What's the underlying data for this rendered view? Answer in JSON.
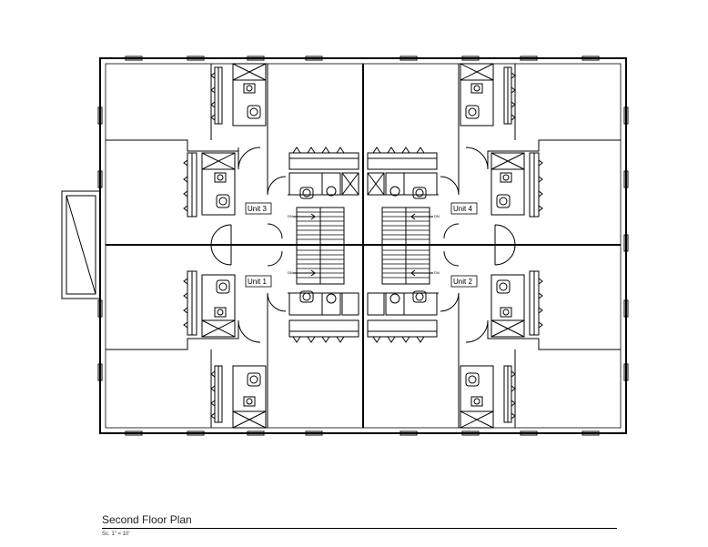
{
  "drawing": {
    "units": [
      {
        "label": "Unit 3"
      },
      {
        "label": "Unit 4"
      },
      {
        "label": "Unit 1"
      },
      {
        "label": "Unit 2"
      }
    ],
    "stair_labels": [
      "DN",
      "DN",
      "DN",
      "DN"
    ]
  },
  "title_block": {
    "title": "Second Floor Plan",
    "scale": "Sc. 1\" = 10'"
  },
  "colors": {
    "line": "#000000",
    "background": "#ffffff",
    "fixture_fill": "#ffffff"
  }
}
